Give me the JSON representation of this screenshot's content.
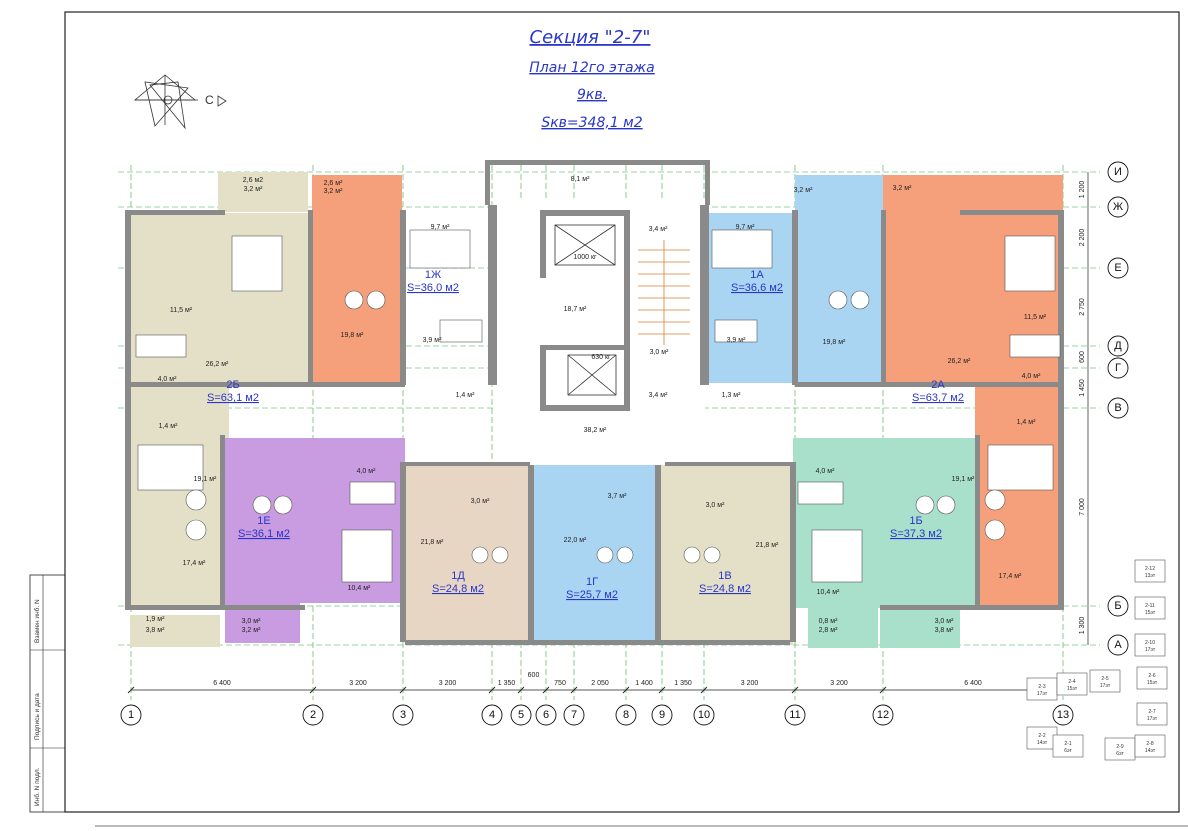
{
  "title": {
    "section": "Секция \"2-7\"",
    "floor_plan": "План 12го этажа",
    "apartments_count": "9кв.",
    "total_area": "Sкв=348,1 м2"
  },
  "compass": {
    "label": "С"
  },
  "apartments": [
    {
      "id": "1Ж",
      "area": "S=36,0 м2",
      "color": "#f5a07a"
    },
    {
      "id": "1А",
      "area": "S=36,6 м2",
      "color": "#a9d5f3"
    },
    {
      "id": "2Б",
      "area": "S=63,1 м2",
      "color": "#e3e0c7"
    },
    {
      "id": "2А",
      "area": "S=63,7 м2",
      "color": "#f5a07a"
    },
    {
      "id": "1Е",
      "area": "S=36,1 м2",
      "color": "#c99be0"
    },
    {
      "id": "1Д",
      "area": "S=24,8 м2",
      "color": "#e8d6c4"
    },
    {
      "id": "1Г",
      "area": "S=25,7 м2",
      "color": "#a9d5f3"
    },
    {
      "id": "1В",
      "area": "S=24,8 м2",
      "color": "#e3e0c7"
    },
    {
      "id": "1Б",
      "area": "S=37,3 м2",
      "color": "#a8e0cc"
    }
  ],
  "room_areas": [
    "2,6 м2",
    "3,2 м²",
    "2,6 м²",
    "3,2 м²",
    "8,1 м²",
    "3,2 м²",
    "3,2 м²",
    "9,7 м²",
    "3,4 м²",
    "9,7 м²",
    "1000 кг",
    "11,5 м²",
    "19,8 м²",
    "18,7 м²",
    "19,8 м²",
    "11,5 м²",
    "26,2 м²",
    "3,9 м²",
    "3,9 м²",
    "26,2 м²",
    "630 кг",
    "3,0 м²",
    "4,0 м²",
    "4,0 м²",
    "1,4 м²",
    "3,4 м²",
    "1,3 м²",
    "1,4 м²",
    "1,4 м²",
    "38,2 м²",
    "19,1 м²",
    "4,0 м²",
    "4,0 м²",
    "19,1 м²",
    "3,0 м²",
    "3,7 м²",
    "3,0 м²",
    "21,8 м²",
    "22,0 м²",
    "21,8 м²",
    "17,4 м²",
    "10,4 м²",
    "10,4 м²",
    "17,4 м²",
    "1,9 м²",
    "3,8 м²",
    "3,0 м²",
    "3,2 м²",
    "0,8 м²",
    "2,8 м²",
    "3,0 м²",
    "3,8 м²"
  ],
  "axes": {
    "vertical": [
      "1",
      "2",
      "3",
      "4",
      "5",
      "6",
      "7",
      "8",
      "9",
      "10",
      "11",
      "12",
      "13"
    ],
    "horizontal": [
      "И",
      "Ж",
      "Е",
      "Д",
      "Г",
      "В",
      "Б",
      "А"
    ]
  },
  "dimensions": {
    "bottom": [
      "6 400",
      "3 200",
      "3 200",
      "1 350",
      "600",
      "750",
      "2 050",
      "1 400",
      "1 350",
      "3 200",
      "3 200",
      "6 400"
    ],
    "right": [
      "1 200",
      "2 200",
      "2 750",
      "600",
      "1 450",
      "7 000",
      "1 300"
    ]
  },
  "stamp": [
    "Инб. N подл.",
    "Подпись и дата",
    "Взамен инб. N"
  ],
  "key_plan": [
    "2-12",
    "13эт",
    "2-11",
    "15эт",
    "2-10",
    "17эт",
    "2-3",
    "17эт",
    "2-4",
    "15эт",
    "2-5",
    "17эт",
    "2-6",
    "15эт",
    "2-7",
    "17эт",
    "2-2",
    "14эт",
    "2-1",
    "6эт",
    "2-9",
    "6эт",
    "2-8",
    "14эт"
  ],
  "colors": {
    "title": "#2a36c8",
    "grid": "#3aa84a",
    "wall": "#8a8a8a"
  }
}
